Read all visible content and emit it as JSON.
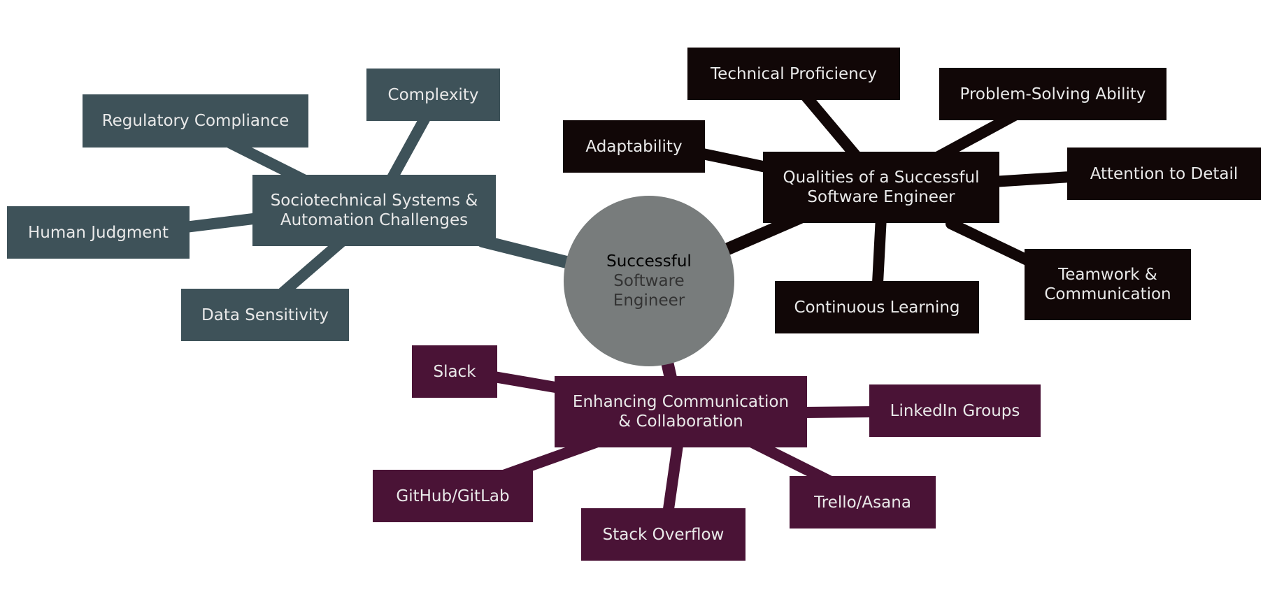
{
  "colors": {
    "slate": "#3e5259",
    "black": "#110707",
    "plum": "#4a1336",
    "center": "#787c7c"
  },
  "center": {
    "line1_a": "Successful",
    "line1_b": "Software",
    "line2": "Engineer"
  },
  "branches": {
    "socio": {
      "label_line1": "Sociotechnical Systems &",
      "label_line2": "Automation Challenges",
      "children": [
        "Regulatory Compliance",
        "Complexity",
        "Human Judgment",
        "Data Sensitivity"
      ]
    },
    "qualities": {
      "label_line1": "Qualities of a Successful",
      "label_line2": "Software Engineer",
      "children": [
        "Technical Proficiency",
        "Problem-Solving Ability",
        "Adaptability",
        "Attention to Detail",
        "Continuous Learning",
        "Teamwork &",
        "Communication"
      ]
    },
    "comm": {
      "label_line1": "Enhancing Communication",
      "label_line2": "& Collaboration",
      "children": [
        "Slack",
        "LinkedIn Groups",
        "GitHub/GitLab",
        "Trello/Asana",
        "Stack Overflow"
      ]
    }
  }
}
